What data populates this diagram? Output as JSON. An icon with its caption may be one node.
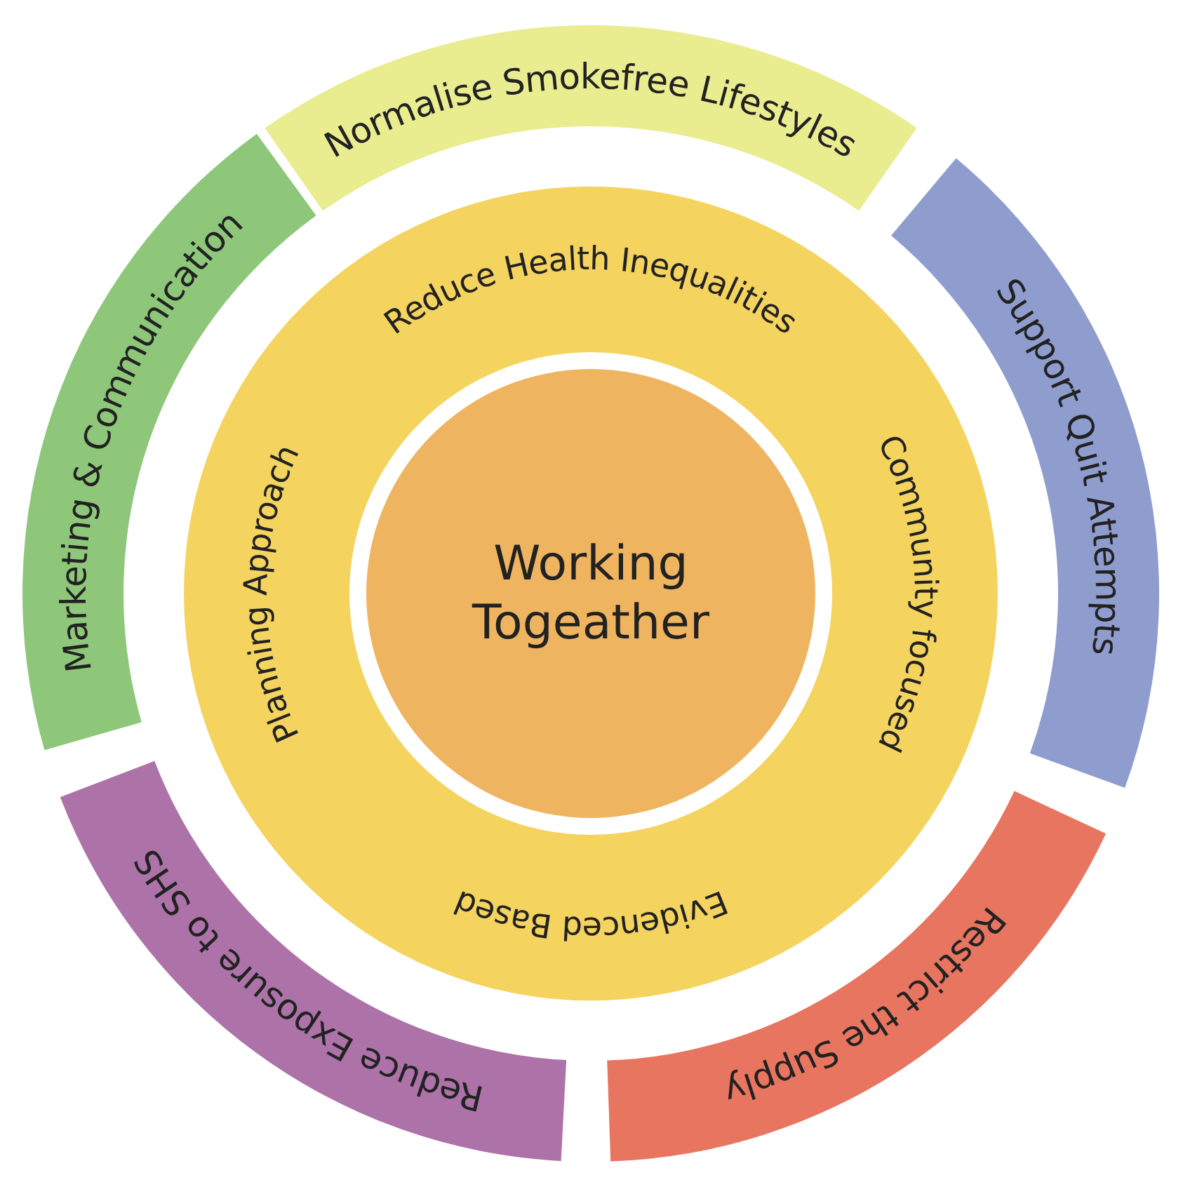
{
  "diagram": {
    "nodes": [
      {
        "text": [
          "Normalise Smokefree Lifestyles"
        ]
      },
      {
        "text": [
          "Marketing & Communication"
        ]
      },
      {
        "text": [
          "Support Quit Attempts"
        ]
      },
      {
        "text": [
          "Reduce Health Inequalities",
          "Community focused",
          "Evidenced Based",
          "Planning Approach"
        ]
      },
      {
        "text": [
          "Working Togeather"
        ],
        "in": 3
      },
      {
        "text": [
          "Reduce Exposure to SHS"
        ]
      },
      {
        "text": [
          "Restrict the Supply"
        ]
      }
    ]
  }
}
